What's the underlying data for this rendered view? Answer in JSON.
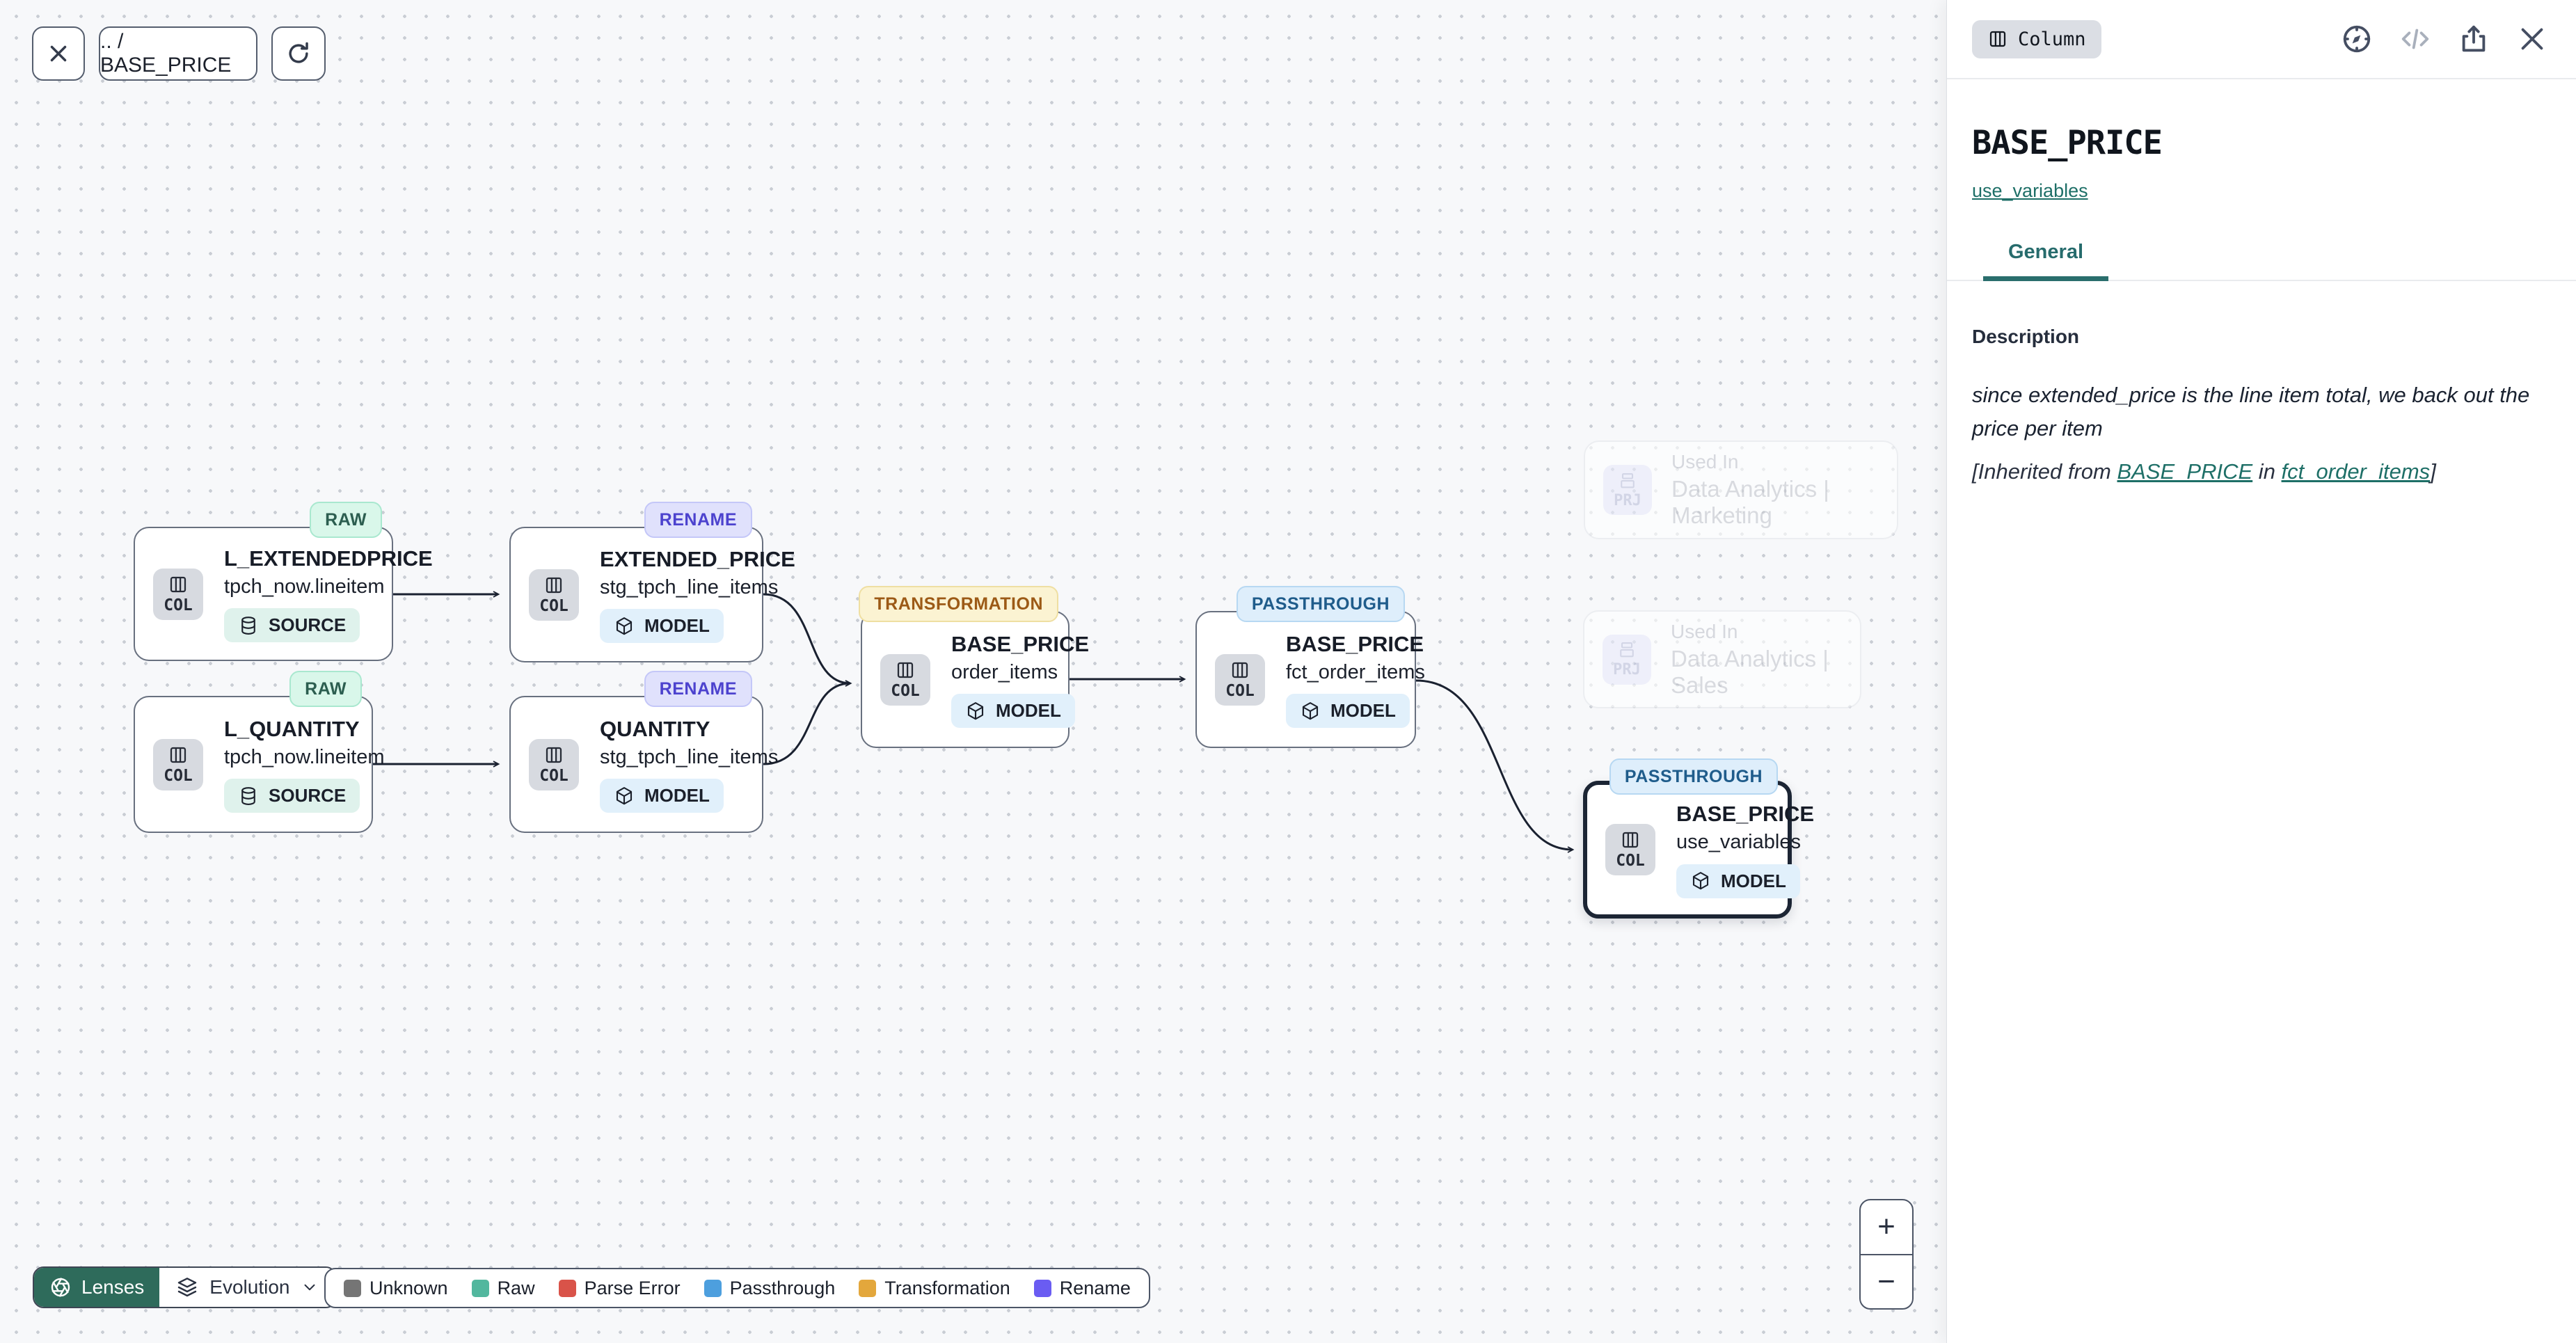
{
  "toolbar": {
    "close_icon": "close-icon",
    "breadcrumb": ".. / BASE_PRICE",
    "refresh_icon": "refresh-icon"
  },
  "canvas": {
    "nodes": [
      {
        "badge": "RAW",
        "title": "L_EXTENDEDPRICE",
        "subtitle": "tpch_now.lineitem",
        "kind": "SOURCE",
        "icon_label": "COL",
        "selected": false
      },
      {
        "badge": "RENAME",
        "title": "EXTENDED_PRICE",
        "subtitle": "stg_tpch_line_items",
        "kind": "MODEL",
        "icon_label": "COL",
        "selected": false
      },
      {
        "badge": "RAW",
        "title": "L_QUANTITY",
        "subtitle": "tpch_now.lineitem",
        "kind": "SOURCE",
        "icon_label": "COL",
        "selected": false
      },
      {
        "badge": "RENAME",
        "title": "QUANTITY",
        "subtitle": "stg_tpch_line_items",
        "kind": "MODEL",
        "icon_label": "COL",
        "selected": false
      },
      {
        "badge": "TRANSFORMATION",
        "title": "BASE_PRICE",
        "subtitle": "order_items",
        "kind": "MODEL",
        "icon_label": "COL",
        "selected": false
      },
      {
        "badge": "PASSTHROUGH",
        "title": "BASE_PRICE",
        "subtitle": "fct_order_items",
        "kind": "MODEL",
        "icon_label": "COL",
        "selected": false
      },
      {
        "badge": "PASSTHROUGH",
        "title": "BASE_PRICE",
        "subtitle": "use_variables",
        "kind": "MODEL",
        "icon_label": "COL",
        "selected": true
      }
    ],
    "used_in": [
      {
        "label": "Used In",
        "project": "Data Analytics | Marketing",
        "icon_label": "PRJ"
      },
      {
        "label": "Used In",
        "project": "Data Analytics | Sales",
        "icon_label": "PRJ"
      }
    ]
  },
  "lenses": {
    "label": "Lenses",
    "icon": "aperture-icon",
    "view": "Evolution",
    "view_icon": "layers-icon"
  },
  "legend": {
    "items": [
      {
        "label": "Unknown",
        "color": "#757575"
      },
      {
        "label": "Raw",
        "color": "#52B79E"
      },
      {
        "label": "Parse Error",
        "color": "#D95349"
      },
      {
        "label": "Passthrough",
        "color": "#4D9FDE"
      },
      {
        "label": "Transformation",
        "color": "#E3A73C"
      },
      {
        "label": "Rename",
        "color": "#6A5CF2"
      }
    ]
  },
  "zoom_controls": {
    "zoom_in": "+",
    "zoom_out": "−"
  },
  "panel": {
    "type_badge": "Column",
    "icons": [
      "compass-icon",
      "code-icon",
      "export-icon",
      "close-icon"
    ],
    "title": "BASE_PRICE",
    "model_link": "use_variables",
    "tab": "General",
    "description_label": "Description",
    "description_text": "since extended_price is the line item total, we back out the price per item",
    "inherited": {
      "prefix": "[Inherited from ",
      "column_link": "BASE_PRICE",
      "middle": " in ",
      "model_link": "fct_order_items",
      "suffix": "]"
    }
  },
  "colors": {
    "accent_teal": "#2A6E6D",
    "lenses_green": "#2E6B5B",
    "edge": "#1A2130",
    "selection": "#1C2534"
  }
}
